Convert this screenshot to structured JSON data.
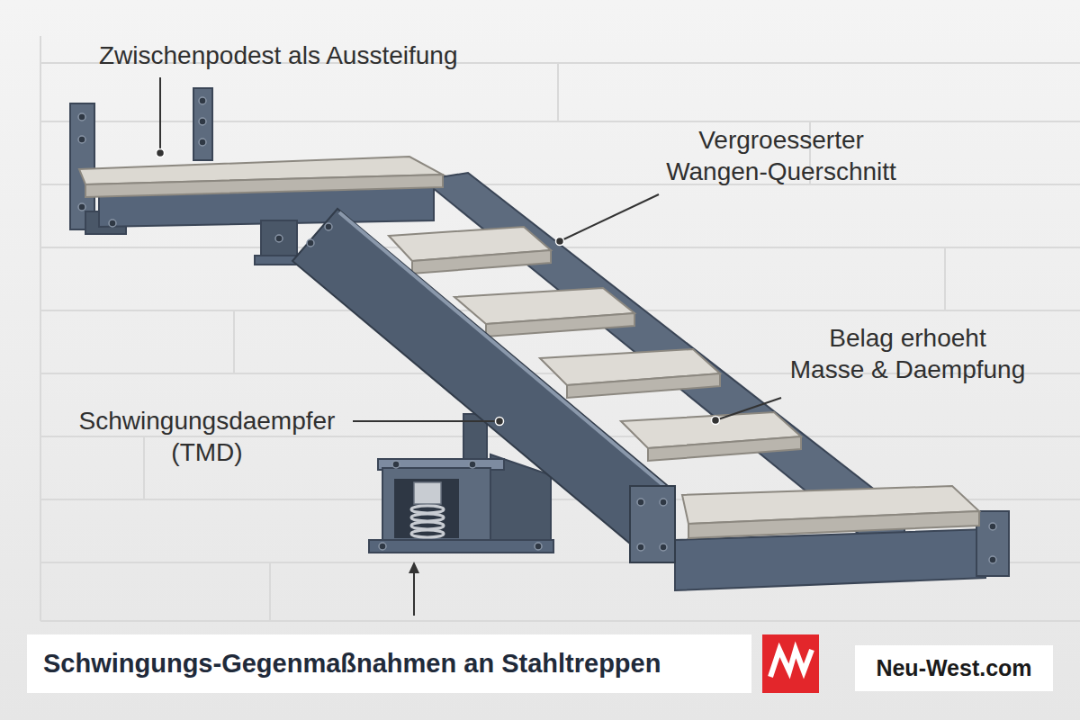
{
  "diagram": {
    "title": "Schwingungs-Gegenmaßnahmen an Stahltreppen",
    "labels": [
      "Zwischenpodest als Aussteifung",
      "Vergroesserter Wangen-Querschnitt",
      "Belag erhoeht Masse & Daempfung",
      "Schwingungsdaempfer (TMD)",
      "Neu-West.com"
    ]
  }
}
